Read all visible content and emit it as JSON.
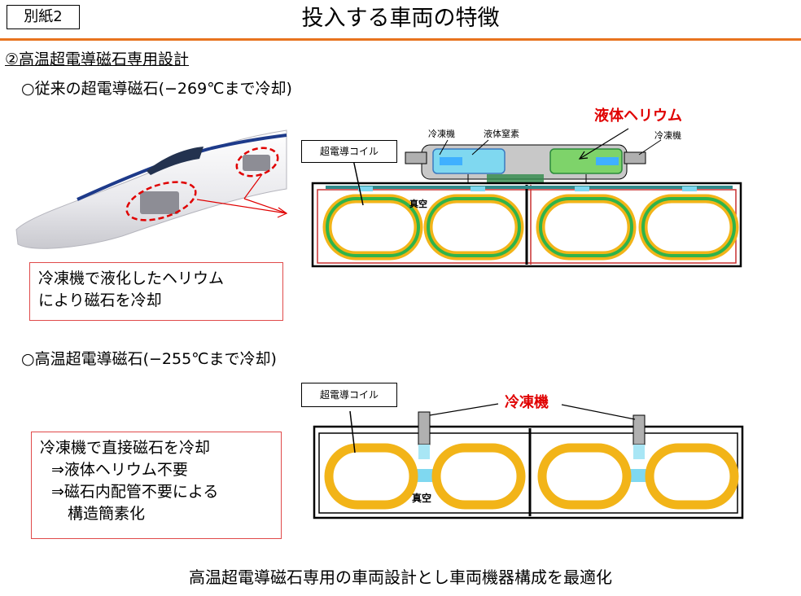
{
  "attachment_tag": "別紙2",
  "page_title": "投入する車両の特徴",
  "section_title": "②高温超電導磁石専用設計",
  "conventional": {
    "heading": "○従来の超電導磁石(−269℃まで冷却)",
    "coil_label": "超電導コイル",
    "refrigerator_label_left": "冷凍機",
    "liquid_nitrogen_label": "液体窒素",
    "liquid_helium_label": "液体ヘリウム",
    "refrigerator_label_right": "冷凍機",
    "vacuum_label": "真空",
    "note_lines": [
      "冷凍機で液化したヘリウム",
      "により磁石を冷却"
    ]
  },
  "hts": {
    "heading": "○高温超電導磁石(−255℃まで冷却)",
    "coil_label": "超電導コイル",
    "refrigerator_label": "冷凍機",
    "vacuum_label": "真空",
    "note_lines": [
      "冷凍機で直接磁石を冷却",
      "⇒液体ヘリウム不要",
      "⇒磁石内配管不要による",
      "構造簡素化"
    ]
  },
  "footer": "高温超電導磁石専用の車両設計とし車両機器構成を最適化",
  "colors": {
    "accent_rule": "#e8731f",
    "emphasis_red": "#e00000",
    "coil_gold": "#f2b418",
    "coil_green": "#2fb34a",
    "cold_blue": "#7fd8f0"
  }
}
